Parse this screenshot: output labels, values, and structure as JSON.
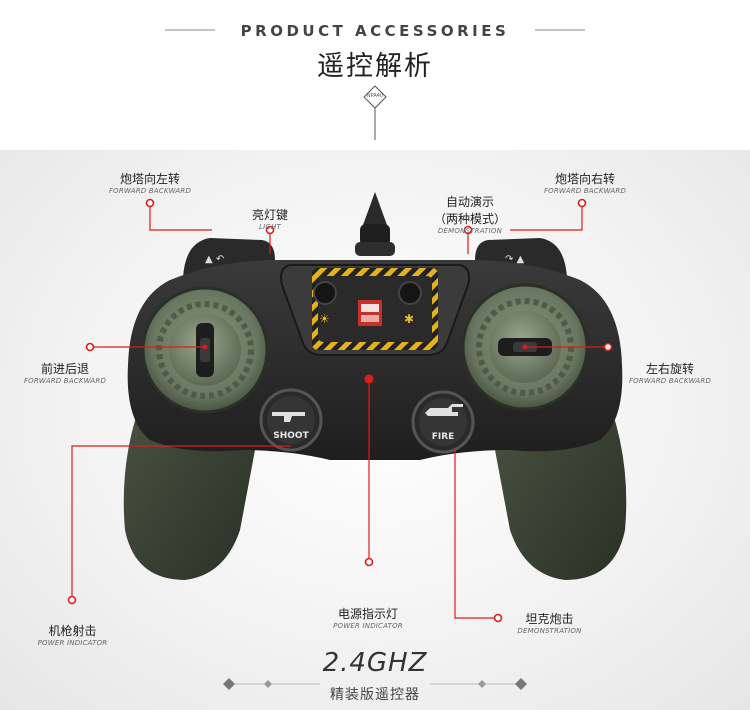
{
  "header": {
    "title_en": "PRODUCT ACCESSORIES",
    "title_cn": "遥控解析",
    "badge": "NPA40"
  },
  "controller": {
    "shoot_label": "SHOOT",
    "fire_label": "FIRE"
  },
  "callouts": {
    "turret_left": {
      "cn": "炮塔向左转",
      "en": "FORWARD BACKWARD"
    },
    "light": {
      "cn": "亮灯键",
      "en": "LIGHT"
    },
    "demo": {
      "cn": "自动演示",
      "cn2": "（两种模式）",
      "en": "DEMONSTRATION"
    },
    "turret_right": {
      "cn": "炮塔向右转",
      "en": "FORWARD BACKWARD"
    },
    "forward_back": {
      "cn": "前进后退",
      "en": "FORWARD BACKWARD"
    },
    "rotate": {
      "cn": "左右旋转",
      "en": "FORWARD BACKWARD"
    },
    "machine_gun": {
      "cn": "机枪射击",
      "en": "POWER INDICATOR"
    },
    "power": {
      "cn": "电源指示灯",
      "en": "POWER INDICATOR"
    },
    "tank_cannon": {
      "cn": "坦克炮击",
      "en": "DEMONSTRATION"
    }
  },
  "footer": {
    "frequency": "2.4GHZ",
    "subtitle": "精装版遥控器"
  },
  "colors": {
    "accent_red": "#e01b1b",
    "controller_black": "#2b2b2b",
    "grip_green": "#6f7d64"
  }
}
